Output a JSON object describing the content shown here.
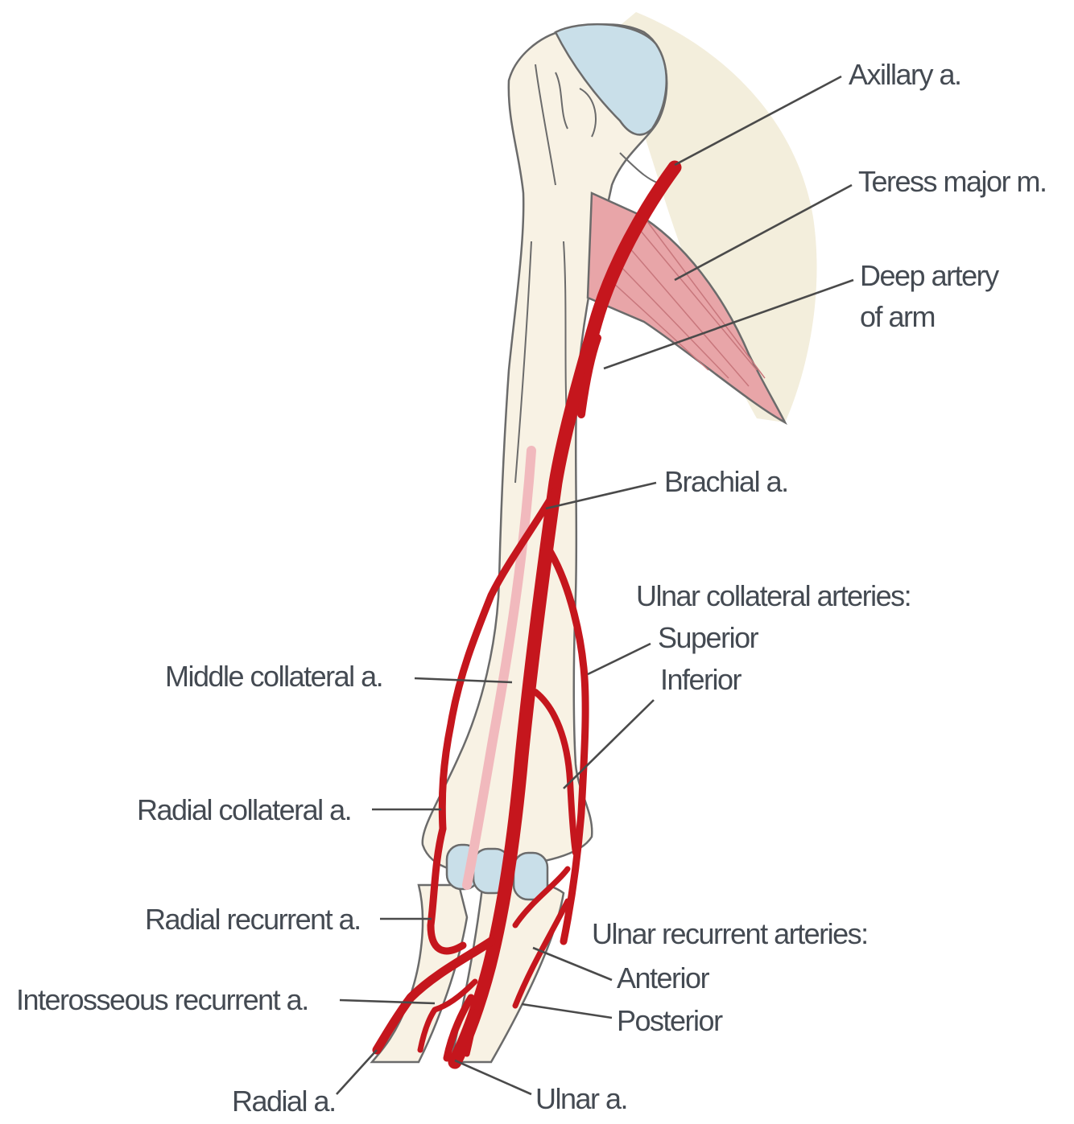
{
  "labels": {
    "axillary": "Axillary a.",
    "teres_major": "Teress major m.",
    "deep_artery_line1": "Deep artery",
    "deep_artery_line2": "of arm",
    "brachial": "Brachial a.",
    "ulnar_collateral_heading": "Ulnar collateral arteries:",
    "superior": "Superior",
    "inferior": "Inferior",
    "middle_collateral": "Middle collateral a.",
    "radial_collateral": "Radial collateral a.",
    "radial_recurrent": "Radial recurrent a.",
    "ulnar_recurrent_heading": "Ulnar recurrent arteries:",
    "anterior": "Anterior",
    "interosseous_recurrent": "Interosseous recurrent a.",
    "posterior": "Posterior",
    "radial": "Radial a.",
    "ulnar": "Ulnar a."
  },
  "colors": {
    "artery": "#c5161d",
    "muscle": "#e8a5a8",
    "bone": "#f8f2e4",
    "cartilage": "#c9dfe9",
    "shoulder_shading": "#f3eedc",
    "label_text": "#444a52"
  }
}
